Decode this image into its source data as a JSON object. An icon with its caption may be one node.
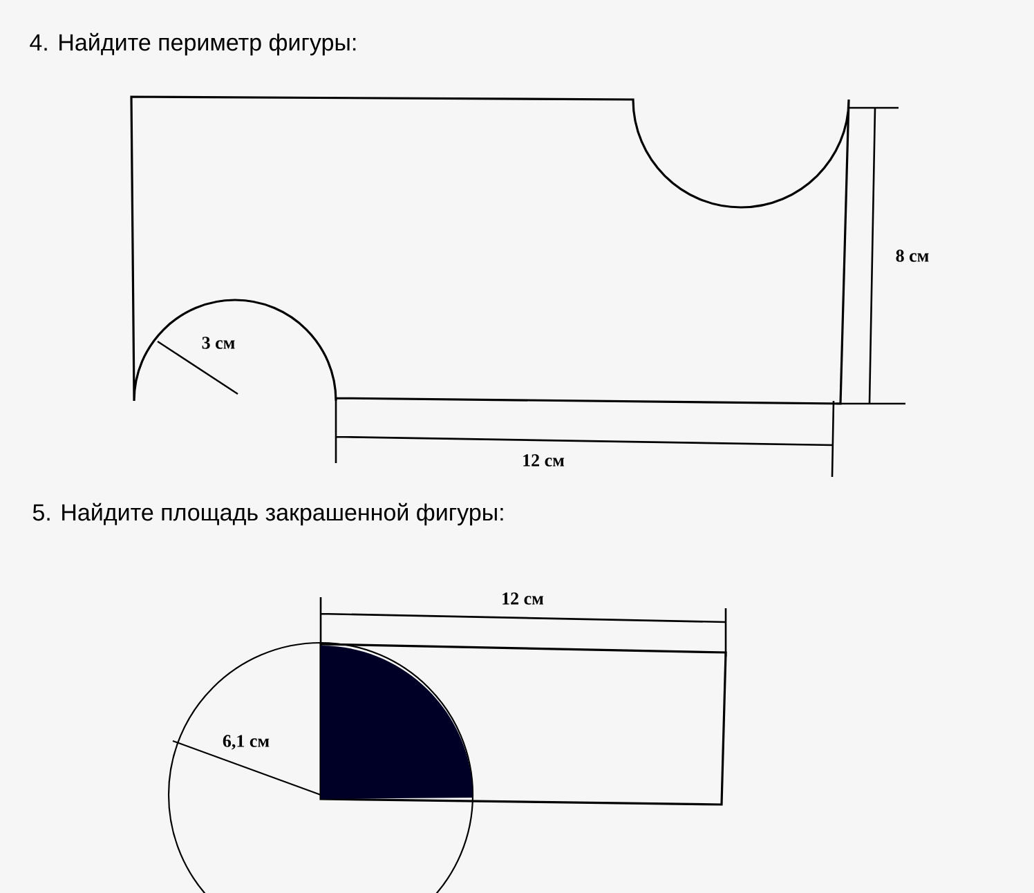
{
  "diagram": {
    "labels": [
      "4. Найдите периметр фигуры:",
      "3 см",
      "8 см",
      "12 см",
      "5. Найдите площадь закрашенной фигуры:",
      "12 см",
      "6,1 см"
    ]
  }
}
